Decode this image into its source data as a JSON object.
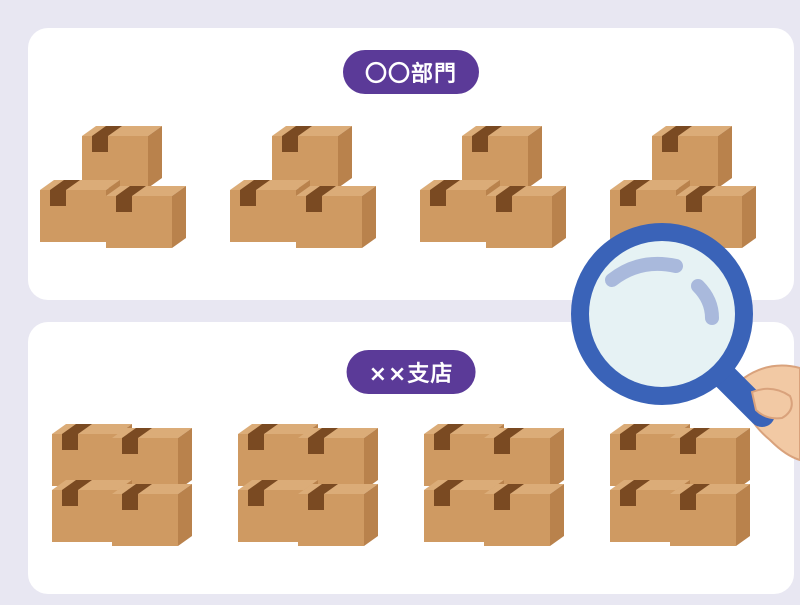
{
  "scene": {
    "background_color": "#e8e7f2",
    "panels": [
      {
        "id": "top",
        "label": "〇〇部門",
        "arrangement": "pyramid",
        "stacks": 4
      },
      {
        "id": "bottom",
        "label": "××支店",
        "arrangement": "grid-2x2",
        "stacks": 4
      }
    ],
    "colors": {
      "box_front": "#cf9a62",
      "box_top": "#dbac78",
      "box_side": "#b9824c",
      "tape": "#7a4a22",
      "label_bg": "#5b3a98",
      "magnifier_ring": "#3a63b8",
      "magnifier_lens": "#e6f2f4",
      "hand": "#f2c9a4"
    },
    "icons": [
      "cardboard-box-icon",
      "magnifying-glass-icon",
      "hand-icon"
    ]
  }
}
